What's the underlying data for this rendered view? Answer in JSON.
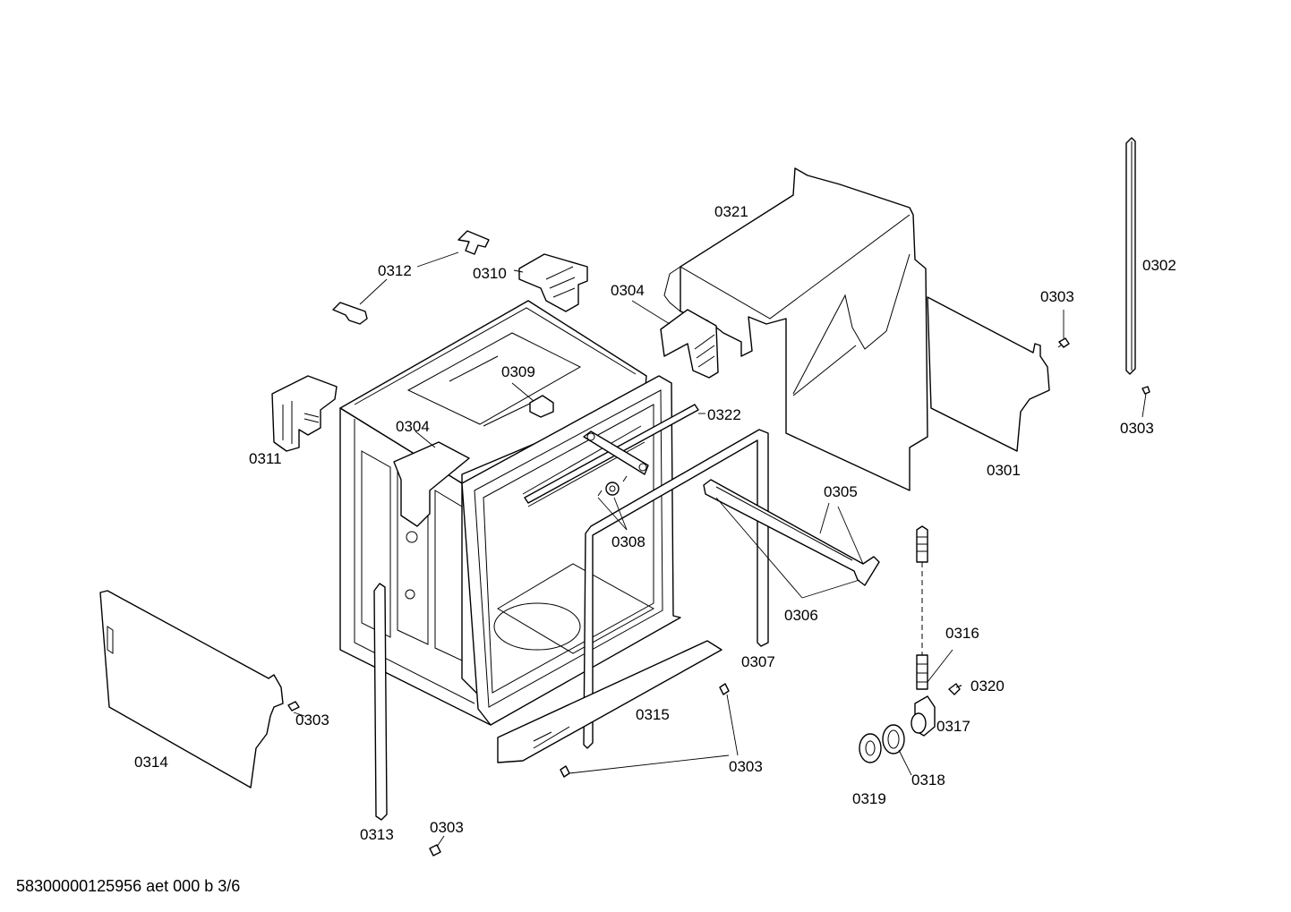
{
  "callouts": {
    "c0301": "0301",
    "c0302": "0302",
    "c0303": "0303",
    "c0304": "0304",
    "c0305": "0305",
    "c0306": "0306",
    "c0307": "0307",
    "c0308": "0308",
    "c0309": "0309",
    "c0310": "0310",
    "c0311": "0311",
    "c0312": "0312",
    "c0313": "0313",
    "c0314": "0314",
    "c0315": "0315",
    "c0316": "0316",
    "c0317": "0317",
    "c0318": "0318",
    "c0319": "0319",
    "c0320": "0320",
    "c0321": "0321",
    "c0322": "0322"
  },
  "footer": {
    "document_code": "58300000125956 aet 000 b 3/6"
  }
}
